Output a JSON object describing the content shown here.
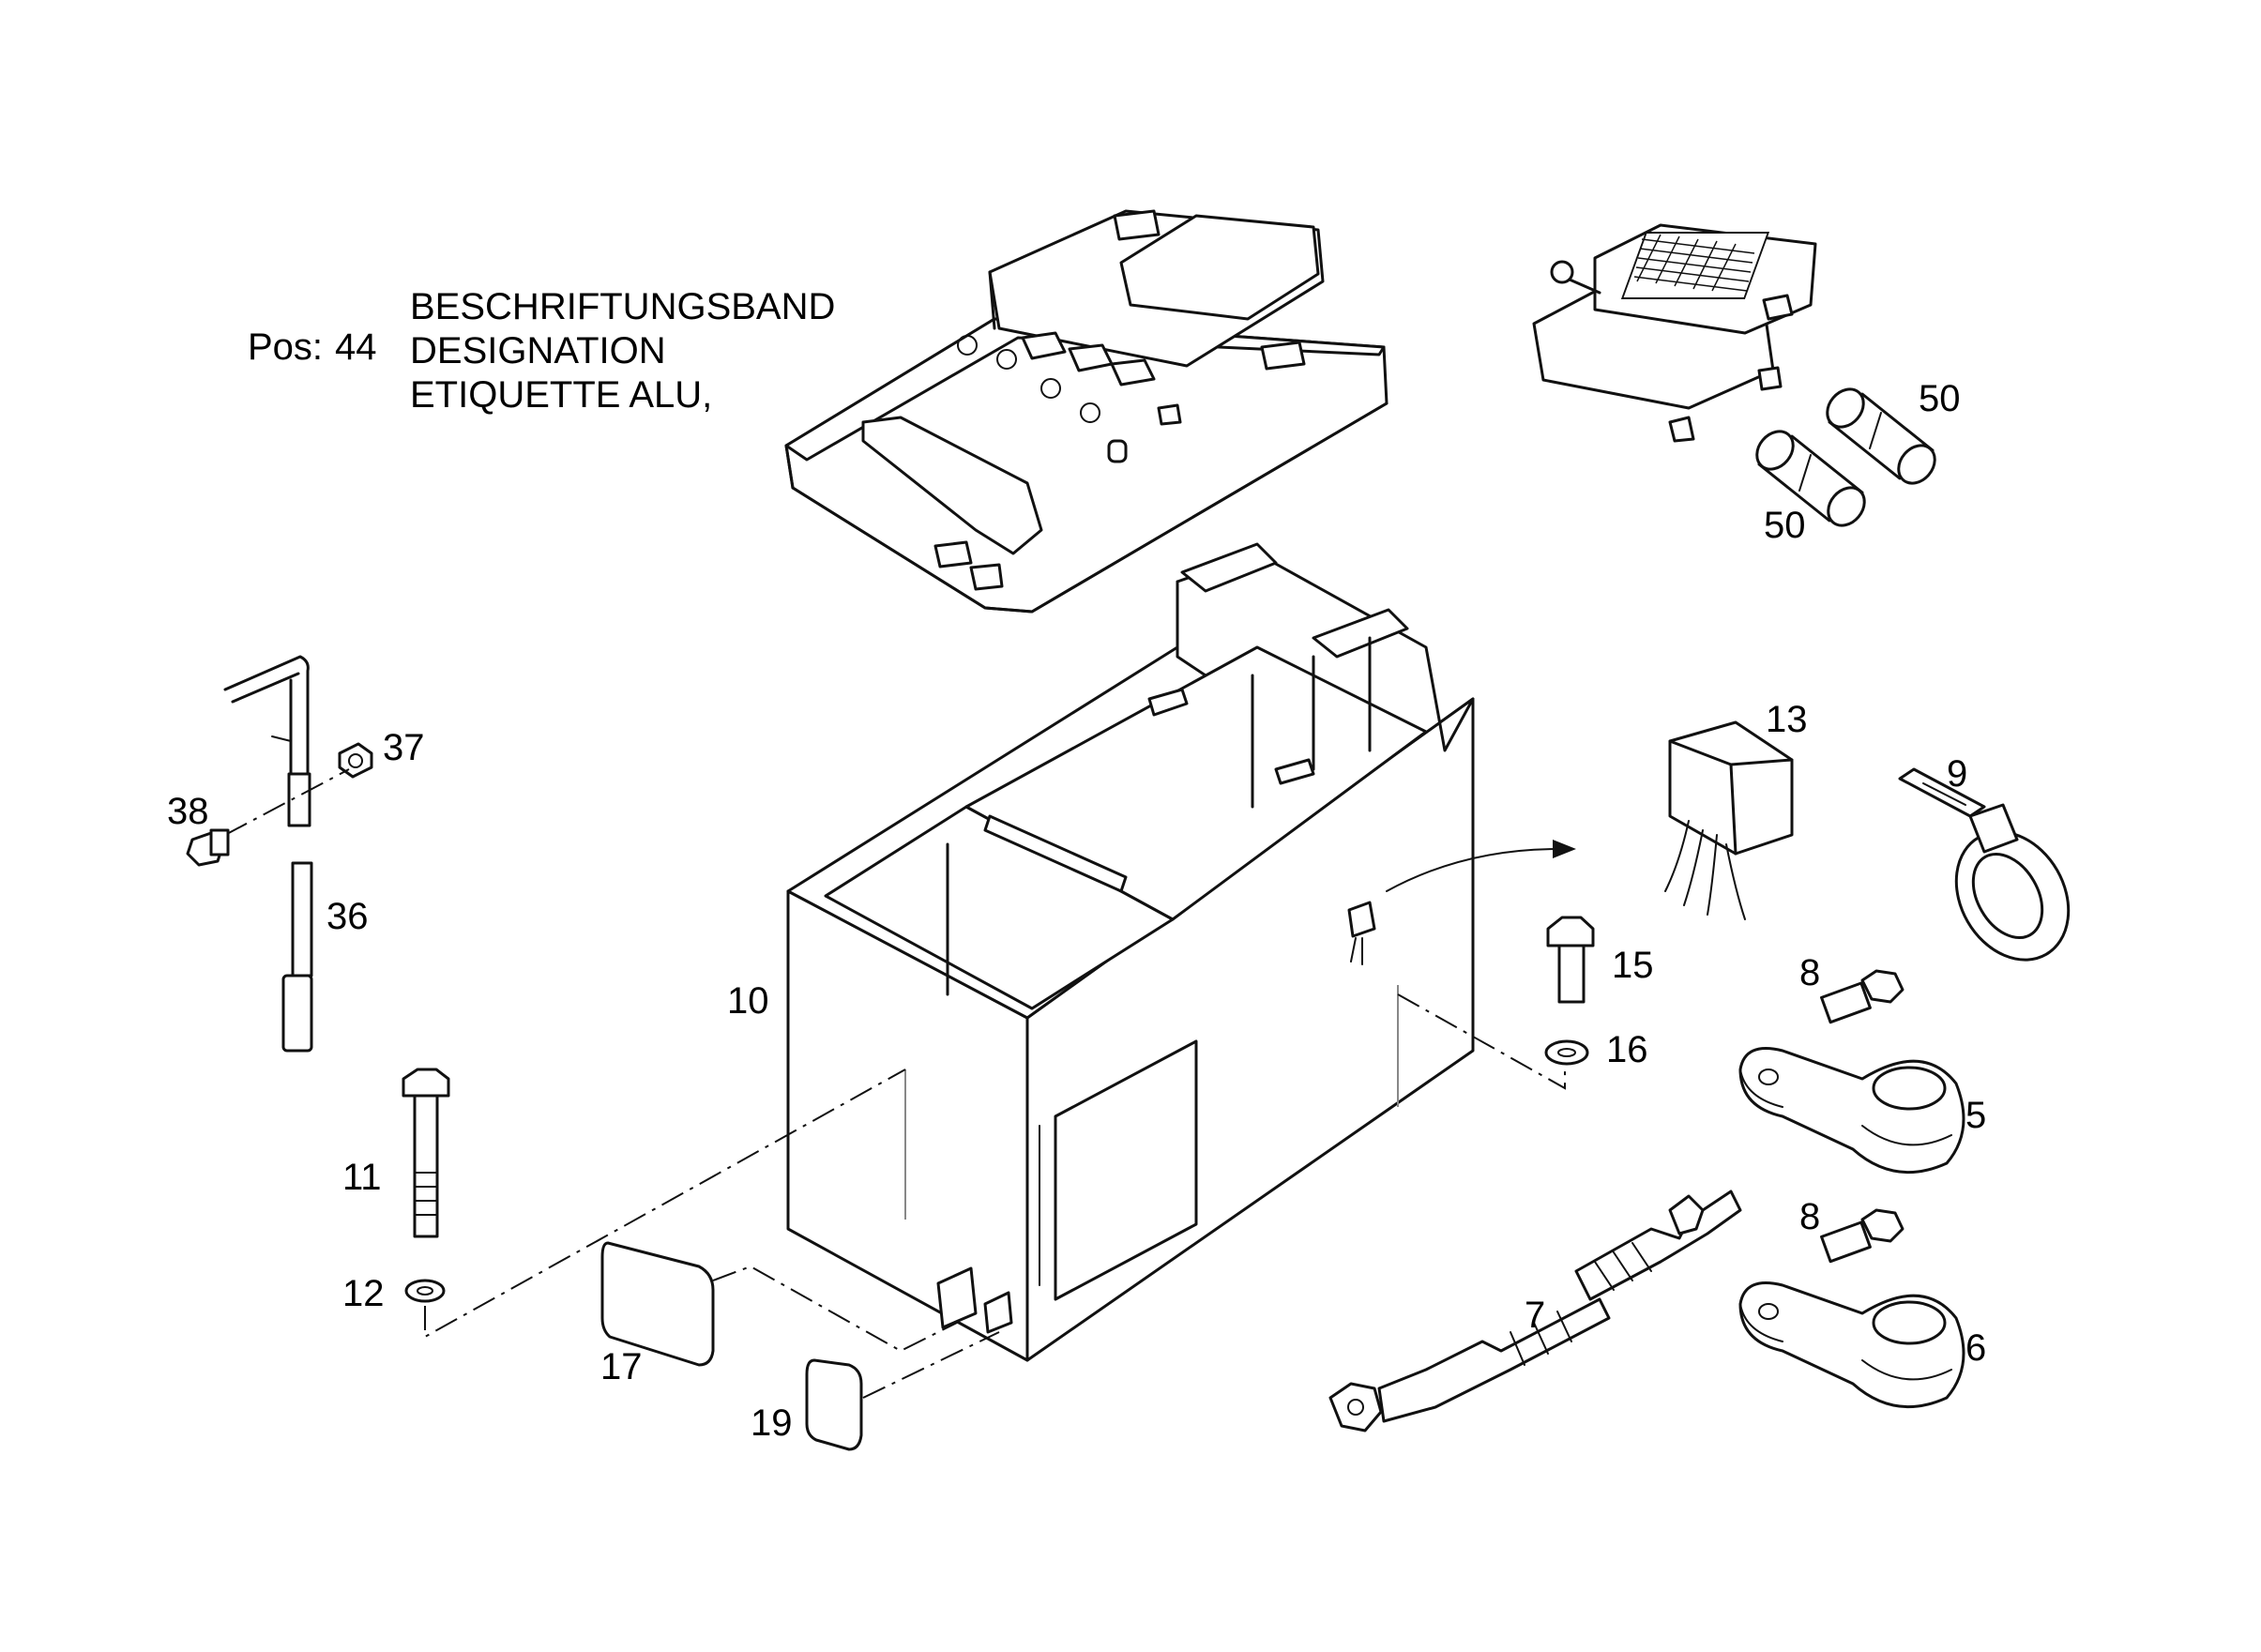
{
  "legend": {
    "pos_label": "Pos:",
    "pos_number": "44",
    "line1": "BESCHRIFTUNGSBAND",
    "line2": "DESIGNATION",
    "line3": "ETIQUETTE ALU,"
  },
  "callouts": {
    "c50a": "50",
    "c50b": "50",
    "c37": "37",
    "c38": "38",
    "c36": "36",
    "c10": "10",
    "c11": "11",
    "c12": "12",
    "c17": "17",
    "c19": "19",
    "c13": "13",
    "c9": "9",
    "c15": "15",
    "c16": "16",
    "c8a": "8",
    "c5": "5",
    "c8b": "8",
    "c7": "7",
    "c6": "6"
  }
}
